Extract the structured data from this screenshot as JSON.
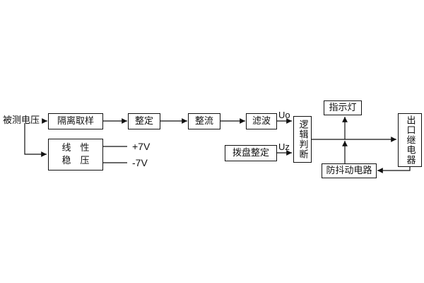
{
  "labels": {
    "input_voltage": "被测电压",
    "uo": "Uo",
    "uz": "Uz",
    "plus_7v": "+7V",
    "minus_7v": "-7V"
  },
  "boxes": {
    "isolation_sampling": "隔离取样",
    "setting": "整定",
    "rectifier": "整流",
    "filter": "滤波",
    "dial_setting": "拨盘整定",
    "logic_judgment": "逻辑判断",
    "indicator_light": "指示灯",
    "output_relay": "出口继电器",
    "anti_jitter_circuit": "防抖动电路",
    "linear_regulator": {
      "line1": "线　性",
      "line2": "稳　压"
    }
  }
}
